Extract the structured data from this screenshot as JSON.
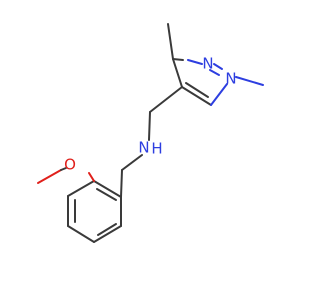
{
  "molecule": {
    "atoms": {
      "pyrazole_n1": {
        "symbol": "N",
        "color": "#2d3ee0"
      },
      "pyrazole_n2": {
        "symbol": "N",
        "color": "#2d3ee0"
      },
      "amine_n": {
        "symbol": "N",
        "color": "#2d3ee0"
      },
      "amine_h": {
        "symbol": "H",
        "color": "#2d3ee0"
      },
      "methoxy_o": {
        "symbol": "O",
        "color": "#e0201b"
      }
    },
    "colors": {
      "bond": "#3a3a3a",
      "nitrogen": "#2d3ee0",
      "oxygen": "#e0201b"
    }
  }
}
